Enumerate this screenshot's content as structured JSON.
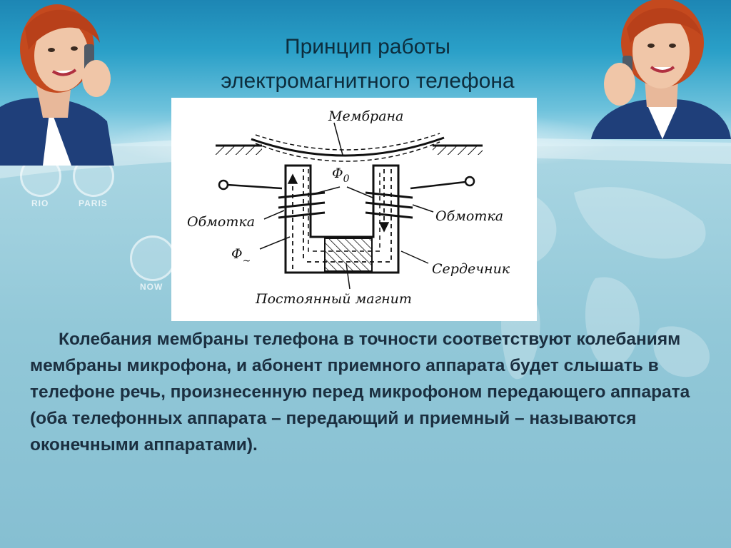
{
  "slide": {
    "title_line1": "Принцип  работы",
    "title_line2": "электромагнитного телефона",
    "body": "Колебания мембраны телефона в точности соответствуют колебаниям мембраны микрофона, и абонент приемного аппарата будет слышать в телефоне речь, произнесенную перед микрофоном передающего аппарата (оба телефонных аппарата – передающий и приемный – называются оконечными аппаратами)."
  },
  "background": {
    "clock_labels": [
      "RIO",
      "PARIS",
      "NOW"
    ],
    "colors": {
      "header_blue": "#1d86b4",
      "background_light": "#a8d5e2",
      "text_dark": "#1b2f40"
    }
  },
  "diagram": {
    "labels": {
      "membrane": "Мембрана",
      "flux_constant": "Φ",
      "flux_constant_subscript": "0",
      "winding_left": "Обмотка",
      "winding_right": "Обмотка",
      "flux_variable": "Φ",
      "flux_variable_subscript": "~",
      "core": "Сердечник",
      "magnet": "Постоянный  магнит"
    }
  }
}
